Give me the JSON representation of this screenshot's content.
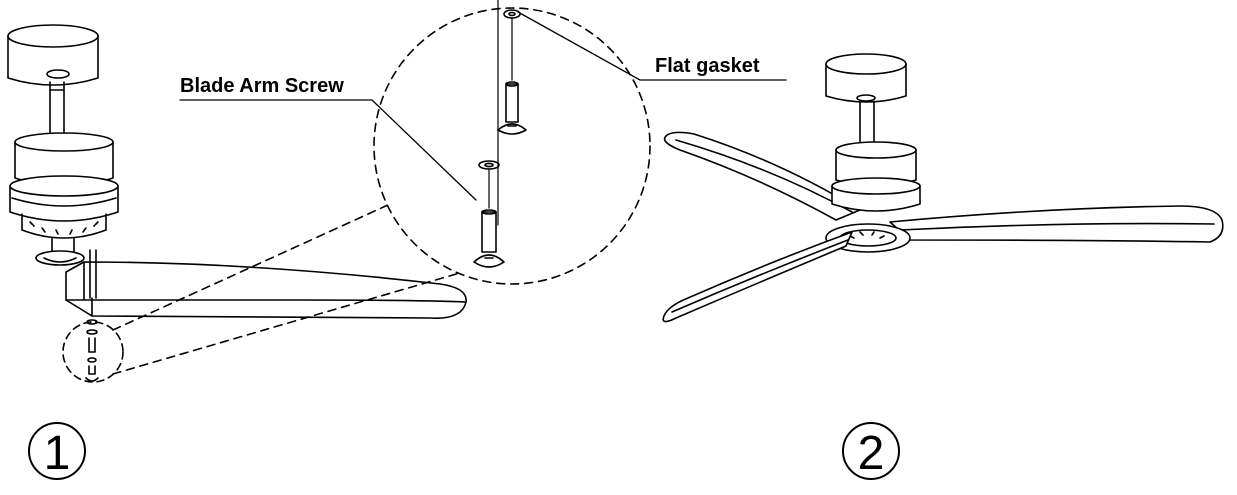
{
  "callouts": {
    "blade_arm_screw": "Blade Arm Screw",
    "flat_gasket": "Flat gasket"
  },
  "steps": [
    {
      "number": "1"
    },
    {
      "number": "2"
    }
  ],
  "colors": {
    "line": "#000000",
    "background": "#ffffff"
  }
}
